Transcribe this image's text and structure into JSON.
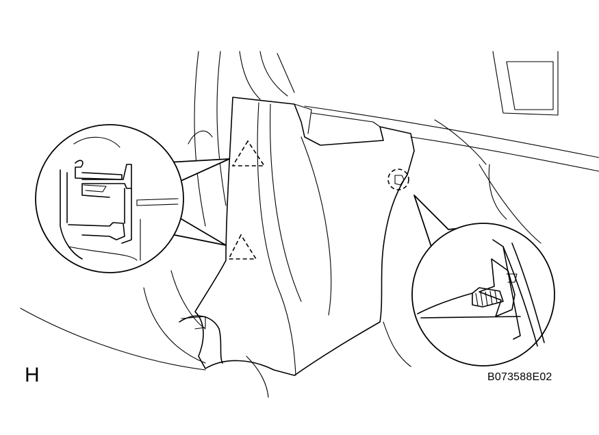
{
  "view_letter": "H",
  "figure_code": "B073588E02",
  "colors": {
    "line": "#000000",
    "background": "#ffffff"
  },
  "callouts": [
    {
      "id": "clip-triangle-upper",
      "shape": "dashed-triangle"
    },
    {
      "id": "clip-triangle-lower",
      "shape": "dashed-triangle"
    },
    {
      "id": "screw-circle",
      "shape": "dashed-circle"
    }
  ]
}
